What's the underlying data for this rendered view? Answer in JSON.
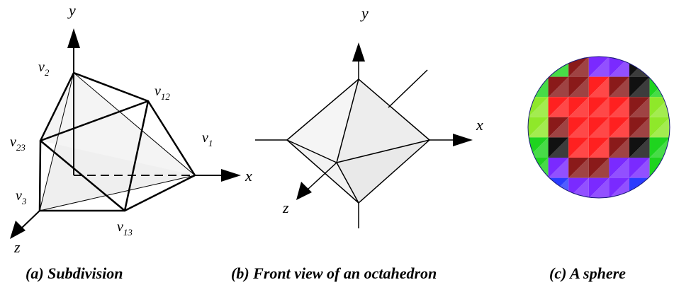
{
  "panel_a": {
    "caption": "(a) Subdivision",
    "axis_x": "x",
    "axis_y": "y",
    "axis_z": "z",
    "vertex_labels": {
      "v2": {
        "base": "v",
        "sub": "2"
      },
      "v12": {
        "base": "v",
        "sub": "12"
      },
      "v23": {
        "base": "v",
        "sub": "23"
      },
      "v1": {
        "base": "v",
        "sub": "1"
      },
      "v3": {
        "base": "v",
        "sub": "3"
      },
      "v13": {
        "base": "v",
        "sub": "13"
      }
    }
  },
  "panel_b": {
    "caption": "(b) Front view of an octahedron",
    "axis_x": "x",
    "axis_y": "y",
    "axis_z": "z"
  },
  "panel_c": {
    "caption": "(c) A sphere",
    "colors": {
      "red": "#ff2020",
      "dark_red": "#8a1a1a",
      "green": "#1fd41f",
      "light_green": "#8fe82a",
      "blue": "#2a3bff",
      "purple": "#7a2aff",
      "black": "#111111"
    }
  }
}
